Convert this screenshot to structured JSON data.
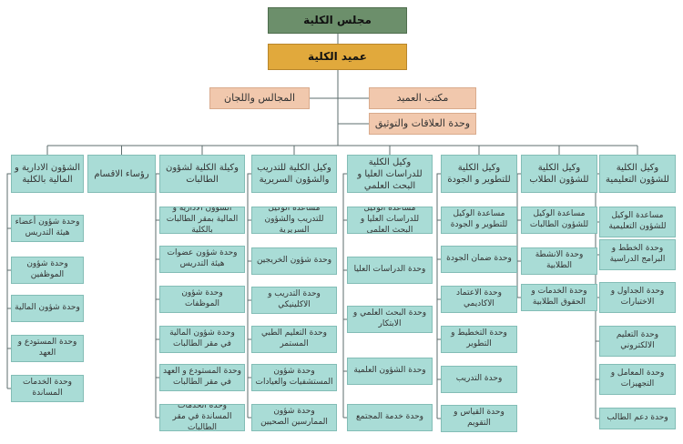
{
  "top": {
    "council": "مجلس الكلية",
    "dean": "عميد الكلية"
  },
  "side": {
    "committees": "المجالس واللجان",
    "dean_office": "مكتب العميد",
    "relations": "وحدة العلاقات والتوثيق"
  },
  "columns": [
    {
      "head": "وكيل الكلية للشؤون التعليمية",
      "units": [
        "مساعدة الوكيل للشؤون التعليمية",
        "وحدة الخطط و البرامج الدراسية",
        "وحدة الجداول و الاختبارات",
        "وحدة التعليم الالكتروني",
        "وحدة المعامل و التجهيزات",
        "وحدة دعم الطالب"
      ]
    },
    {
      "head": "وكيل الكلية للشؤون الطلاب",
      "units": [
        "مساعدة الوكيل للشؤون الطالبات",
        "وحدة الانشطة الطلابية",
        "وحدة الخدمات و الحقوق الطلابية"
      ]
    },
    {
      "head": "وكيل الكلية للتطوير و الجودة",
      "units": [
        "مساعدة الوكيل للتطوير و الجودة",
        "وحدة ضمان الجودة",
        "وحدة الاعتماد الاكاديمي",
        "وحدة التخطيط و التطوير",
        "وحدة التدريب",
        "وحدة القياس و التقويم"
      ]
    },
    {
      "head": "وكيل الكلية للدراسات العليا و البحث العلمي",
      "units": [
        "مساعدة الوكيل للدراسات العليا و البحث العلمي",
        "وحدة الدراسات العليا",
        "وحدة البحث العلمي و الابتكار",
        "وحدة الشؤون العلمية",
        "وحدة خدمة المجتمع"
      ]
    },
    {
      "head": "وكيل الكلية للتدريب والشؤون السريرية",
      "units": [
        "مساعدة الوكيل للتدريب والشؤون السريرية",
        "وحدة شؤون الخريجين",
        "وحدة التدريب و الاكلينيكي",
        "وحدة التعليم الطبي المستمر",
        "وحدة شؤون المستشفيات والعيادات",
        "وحدة شؤون الممارسين الصحيين"
      ]
    },
    {
      "head": "وكيلة الكلية لشؤون الطالبات",
      "units": [
        "الشؤون الادارية و المالية بمقر الطالبات بالكلية",
        "وحدة شؤون عضوات هيئة التدريس",
        "وحدة شؤون الموظفات",
        "وحدة شؤون المالية في مقر الطالبات",
        "وحدة المستودع و العهد في مقر الطالبات",
        "وحدة الخدمات المساندة في مقر الطالبات"
      ]
    },
    {
      "head": "رؤساء الاقسام",
      "units": []
    },
    {
      "head": "الشؤون الادارية و المالية بالكلية",
      "units": [
        "وحدة شؤون أعضاء هيئة التدريس",
        "وحدة شؤون الموظفين",
        "وحدة شؤون المالية",
        "وحدة المستودع و العهد",
        "وحدة الخدمات المساندة"
      ]
    }
  ]
}
